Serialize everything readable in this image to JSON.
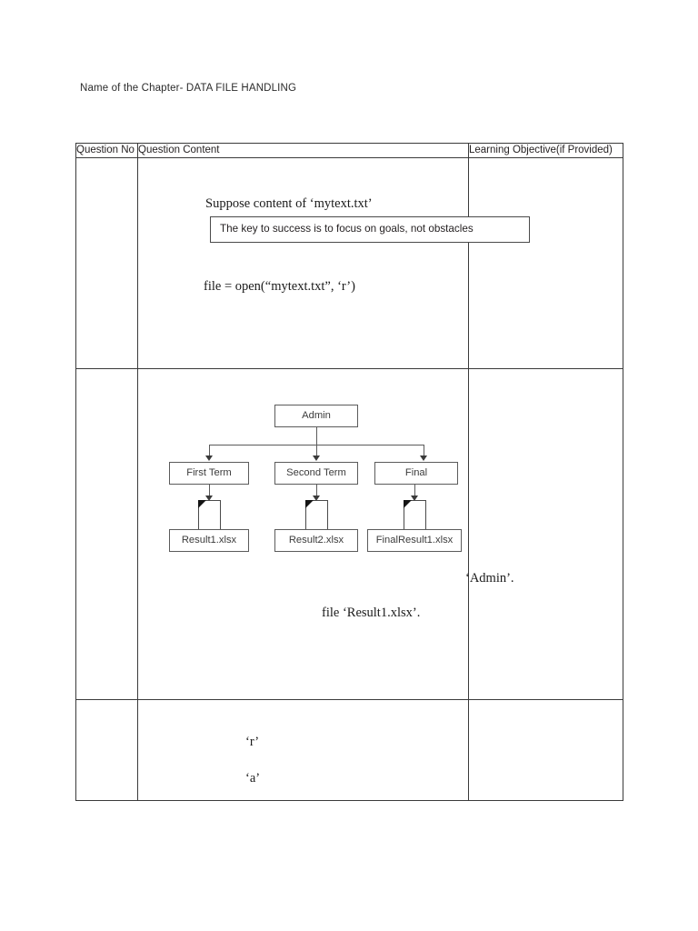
{
  "document": {
    "chapter_title": "Name  of the Chapter- DATA FILE HANDLING"
  },
  "table": {
    "headers": {
      "question_no": "Question No",
      "question_content": "Question Content",
      "learning_objective": "Learning Objective(if Provided)"
    },
    "rows": [
      {
        "question_no": "",
        "content": {
          "intro": "Suppose content of ‘mytext.txt’",
          "quote_box_text": "The key to success is to focus on goals, not obstacles",
          "code_line": "file = open(“mytext.txt”, ‘r’)"
        },
        "learning_objective": ""
      },
      {
        "question_no": "",
        "content": {
          "diagram": {
            "root": "Admin",
            "branches": [
              "First Term",
              "Second Term",
              "Final"
            ],
            "files": [
              "Result1.xlsx",
              "Result2.xlsx",
              "FinalResult1.xlsx"
            ],
            "file_icon_name": "document-file-icon"
          },
          "text_admin": "‘Admin’.",
          "text_file": "file ‘Result1.xlsx’."
        },
        "learning_objective": ""
      },
      {
        "question_no": "",
        "content": {
          "mode_r": "‘r’",
          "mode_a": "‘a’"
        },
        "learning_objective": ""
      }
    ]
  },
  "colors": {
    "page_background": "#ffffff",
    "text": "#231f20",
    "table_border": "#3a3a3a",
    "diagram_border": "#5b5b5b",
    "file_icon_fold": "#141414"
  }
}
